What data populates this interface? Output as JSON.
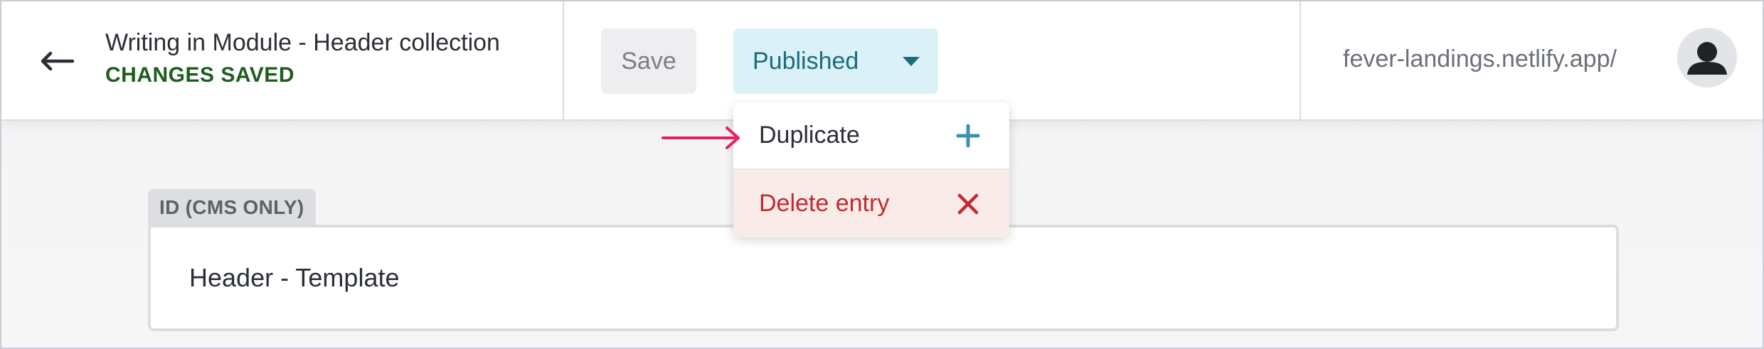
{
  "header": {
    "entry_title": "Writing in Module - Header collection",
    "save_status": "CHANGES SAVED",
    "save_label": "Save",
    "publish_status": "Published",
    "site_url": "fever-landings.netlify.app/"
  },
  "menu": {
    "items": [
      {
        "label": "Duplicate",
        "icon": "plus-icon"
      },
      {
        "label": "Delete entry",
        "icon": "close-icon"
      }
    ]
  },
  "fields": {
    "id": {
      "label": "ID (CMS ONLY)",
      "value": "Header - Template"
    }
  },
  "colors": {
    "saved_green": "#1c5e1c",
    "published_bg": "#d9f1f7",
    "published_text": "#1f6a7d",
    "delete_red": "#c02a33",
    "delete_bg": "#f9ebe7",
    "duplicate_icon": "#3a93ae",
    "arrow_annotation": "#e0245e"
  }
}
